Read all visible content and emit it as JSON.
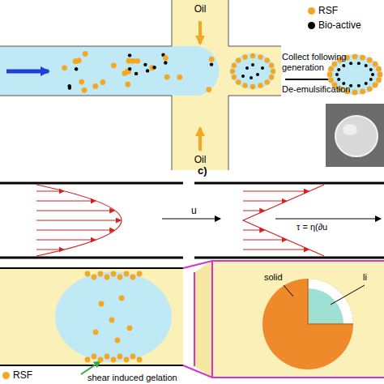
{
  "diagram": {
    "nodes": [
      {
        "text": [
          "Oil",
          "Oil"
        ]
      }
    ],
    "labels": [
      "Collect following generation",
      "De-emulsification",
      "c)",
      "u",
      "τ = η(∂u",
      "solid",
      "li",
      "shear induced gelation"
    ],
    "legend": [
      {
        "text": "RSF",
        "color": "#f5a623"
      },
      {
        "text": "Bio-active",
        "color": "#000000"
      },
      {
        "text": "RSF",
        "color": "#f5a623"
      }
    ]
  }
}
